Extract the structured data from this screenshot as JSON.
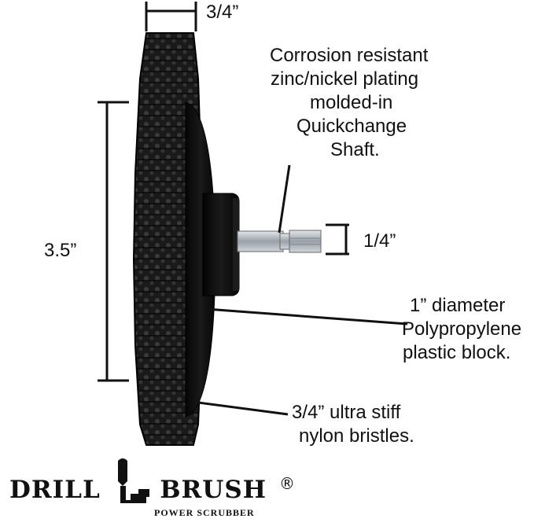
{
  "dimensions": {
    "width_label": "3/4”",
    "height_label": "3.5”",
    "shaft_label": "1/4”"
  },
  "callouts": {
    "shaft": [
      "Corrosion resistant",
      "zinc/nickel plating",
      "molded-in",
      "Quickchange",
      "Shaft."
    ],
    "block": [
      "1” diameter",
      "Polypropylene",
      "plastic block."
    ],
    "bristles": [
      "3/4” ultra stiff",
      "nylon bristles."
    ]
  },
  "logo": {
    "word1": "DRILL",
    "word2": "BRUSH",
    "tagline": "POWER SCRUBBER",
    "registered": "®"
  },
  "colors": {
    "bristle": "#141414",
    "block": "#0c0c0c",
    "shaft": "#a8b0b6",
    "ink": "#111111"
  }
}
